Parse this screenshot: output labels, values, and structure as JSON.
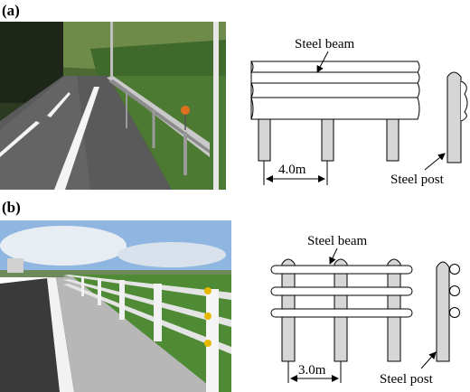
{
  "panel_a": {
    "label": "(a)",
    "beam_label": "Steel beam",
    "post_label": "Steel post",
    "spacing_label": "4.0m"
  },
  "panel_b": {
    "label": "(b)",
    "beam_label": "Steel beam",
    "post_label": "Steel post",
    "spacing_label": "3.0m"
  },
  "colors": {
    "post_fill": "#d6d6d6",
    "stroke": "#000000",
    "background": "#ffffff"
  }
}
